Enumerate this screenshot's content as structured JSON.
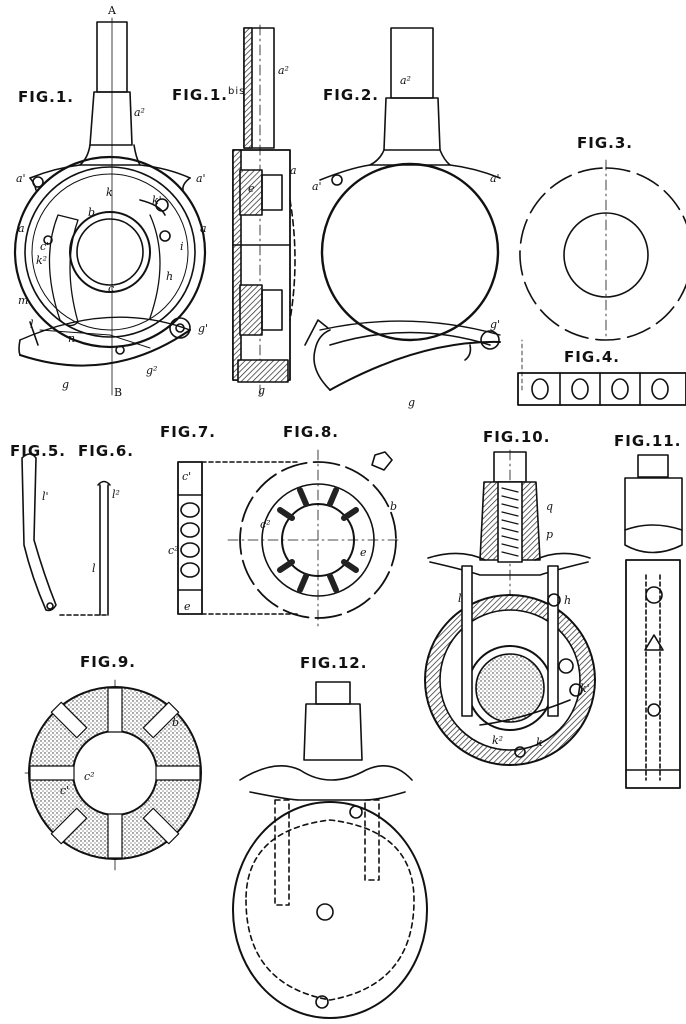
{
  "figures": {
    "fig1": "FIG.1.",
    "fig1bis": "FIG.1.",
    "fig1bis_sup": "bis",
    "fig2": "FIG.2.",
    "fig3": "FIG.3.",
    "fig4": "FIG.4.",
    "fig5": "FIG.5.",
    "fig6": "FIG.6.",
    "fig7": "FIG.7.",
    "fig8": "FIG.8.",
    "fig9": "FIG.9.",
    "fig10": "FIG.10.",
    "fig11": "FIG.11.",
    "fig12": "FIG.12."
  },
  "letters": {
    "A": "A",
    "B": "B",
    "a": "a",
    "a1": "a'",
    "a2": "a²",
    "b": "b",
    "c": "c",
    "c1": "c'",
    "c2": "c²",
    "e": "e",
    "g": "g",
    "g1": "g'",
    "g2": "g²",
    "h": "h",
    "i": "i",
    "k": "k",
    "k1": "k'",
    "k2": "k²",
    "l": "l",
    "l1": "l'",
    "l2": "l²",
    "m": "m",
    "n": "n",
    "p": "p",
    "q": "q"
  },
  "colors": {
    "ink": "#111111",
    "paper": "#ffffff",
    "hatch": "#555555"
  }
}
